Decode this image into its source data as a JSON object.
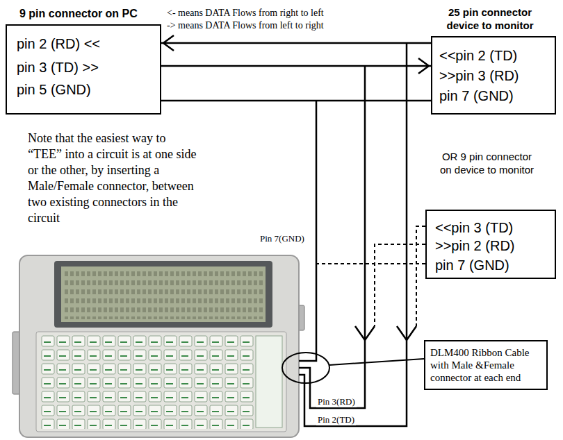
{
  "diagram": {
    "nodes": [
      {
        "text": [
          "9 pin connector on PC",
          "pin 2 (RD) <<",
          "pin 3 (TD) >>",
          "pin 5 (GND)"
        ]
      },
      {
        "text": [
          "25 pin connector device to monitor",
          "<<pin 2 (TD)",
          ">>pin 3 (RD)",
          "pin 7 (GND)"
        ]
      },
      {
        "text": [
          "OR 9 pin connector on device to monitor",
          "<<pin 3 (TD)",
          ">>pin 2 (RD)",
          "pin 7 (GND)"
        ]
      },
      {
        "text": [
          "DLM400 Ribbon Cable with Male &Female connector at each end"
        ]
      }
    ],
    "edges": [
      {
        "from": 1,
        "to": 0,
        "arrow": "to"
      },
      {
        "from": 0,
        "to": 1,
        "arrow": "to"
      },
      {
        "from": 0,
        "to": 1,
        "arrow": "none"
      }
    ],
    "labels": [
      "<- means DATA Flows from right to left",
      "-> means DATA Flows from left to right",
      "Note that the easiest way to “TEE” into a circuit is at one side or the other, by inserting a Male/Female connector, between two existing connectors in the circuit",
      "Pin 7(GND)",
      "Pin 3(RD)",
      "Pin 2(TD)"
    ]
  }
}
